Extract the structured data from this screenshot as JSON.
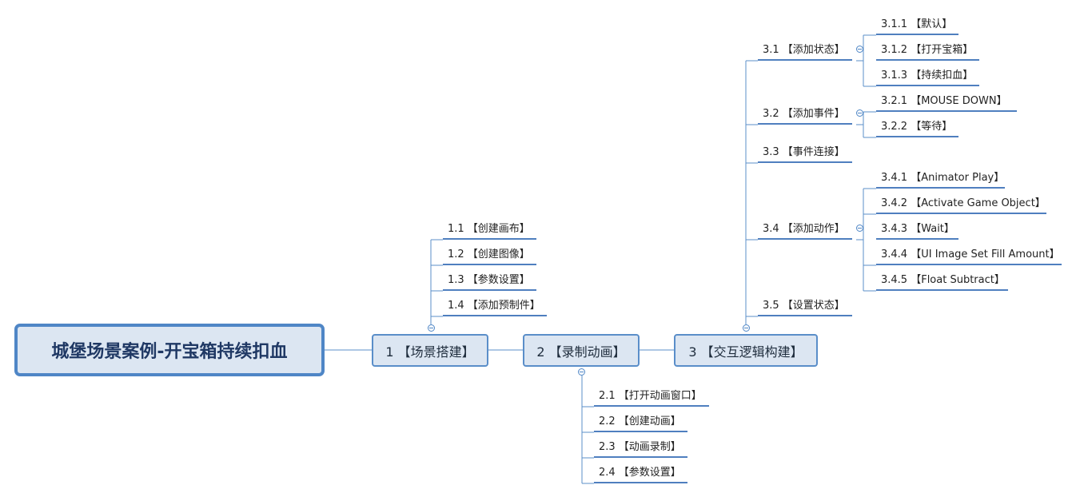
{
  "root": {
    "label": "城堡场景案例-开宝箱持续扣血"
  },
  "branch1": {
    "label": "1 【场景搭建】",
    "items": [
      "1.1 【创建画布】",
      "1.2 【创建图像】",
      "1.3 【参数设置】",
      "1.4 【添加预制件】"
    ]
  },
  "branch2": {
    "label": "2 【录制动画】",
    "items": [
      "2.1 【打开动画窗口】",
      "2.2 【创建动画】",
      "2.3 【动画录制】",
      "2.4 【参数设置】"
    ]
  },
  "branch3": {
    "label": "3 【交互逻辑构建】",
    "items": [
      "3.1 【添加状态】",
      "3.2 【添加事件】",
      "3.3 【事件连接】",
      "3.4 【添加动作】",
      "3.5 【设置状态】"
    ],
    "sub31": [
      "3.1.1 【默认】",
      "3.1.2 【打开宝箱】",
      "3.1.3 【持续扣血】"
    ],
    "sub32": [
      "3.2.1 【MOUSE DOWN】",
      "3.2.2 【等待】"
    ],
    "sub34": [
      "3.4.1 【Animator Play】",
      "3.4.2 【Activate Game Object】",
      "3.4.3 【Wait】",
      "3.4.4 【UI Image Set Fill Amount】",
      "3.4.5 【Float Subtract】"
    ]
  }
}
